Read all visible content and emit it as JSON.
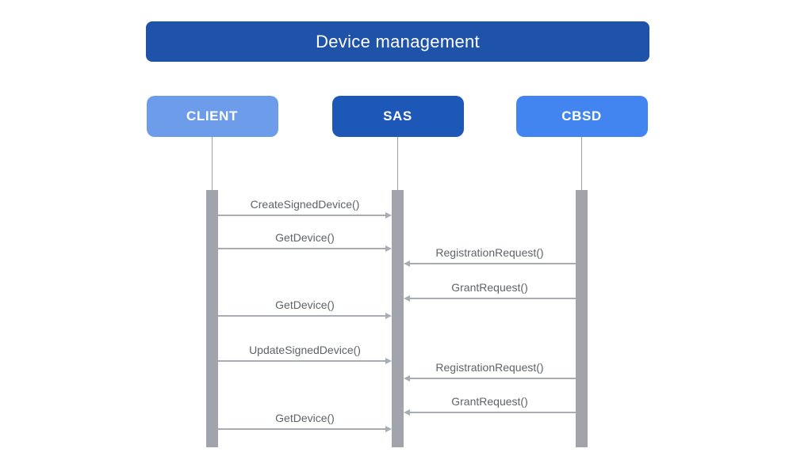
{
  "title": "Device management",
  "colors": {
    "title_bg": "#1F53A9",
    "client_bg": "#6D9CEB",
    "sas_bg": "#1D57B8",
    "cbsd_bg": "#4285F0",
    "activation_bar": "#A1A5AB",
    "lifeline": "#9AA0A6",
    "arrow": "#A9ADB2",
    "message_text": "#5F6368"
  },
  "actors": [
    {
      "id": "CLIENT",
      "label": "CLIENT"
    },
    {
      "id": "SAS",
      "label": "SAS"
    },
    {
      "id": "CBSD",
      "label": "CBSD"
    }
  ],
  "messages": [
    {
      "label": "CreateSignedDevice()",
      "from": "CLIENT",
      "to": "SAS"
    },
    {
      "label": "GetDevice()",
      "from": "CLIENT",
      "to": "SAS"
    },
    {
      "label": "RegistrationRequest()",
      "from": "CBSD",
      "to": "SAS"
    },
    {
      "label": "GrantRequest()",
      "from": "CBSD",
      "to": "SAS"
    },
    {
      "label": "GetDevice()",
      "from": "CLIENT",
      "to": "SAS"
    },
    {
      "label": "UpdateSignedDevice()",
      "from": "CLIENT",
      "to": "SAS"
    },
    {
      "label": "RegistrationRequest()",
      "from": "CBSD",
      "to": "SAS"
    },
    {
      "label": "GrantRequest()",
      "from": "CBSD",
      "to": "SAS"
    },
    {
      "label": "GetDevice()",
      "from": "CLIENT",
      "to": "SAS"
    }
  ]
}
